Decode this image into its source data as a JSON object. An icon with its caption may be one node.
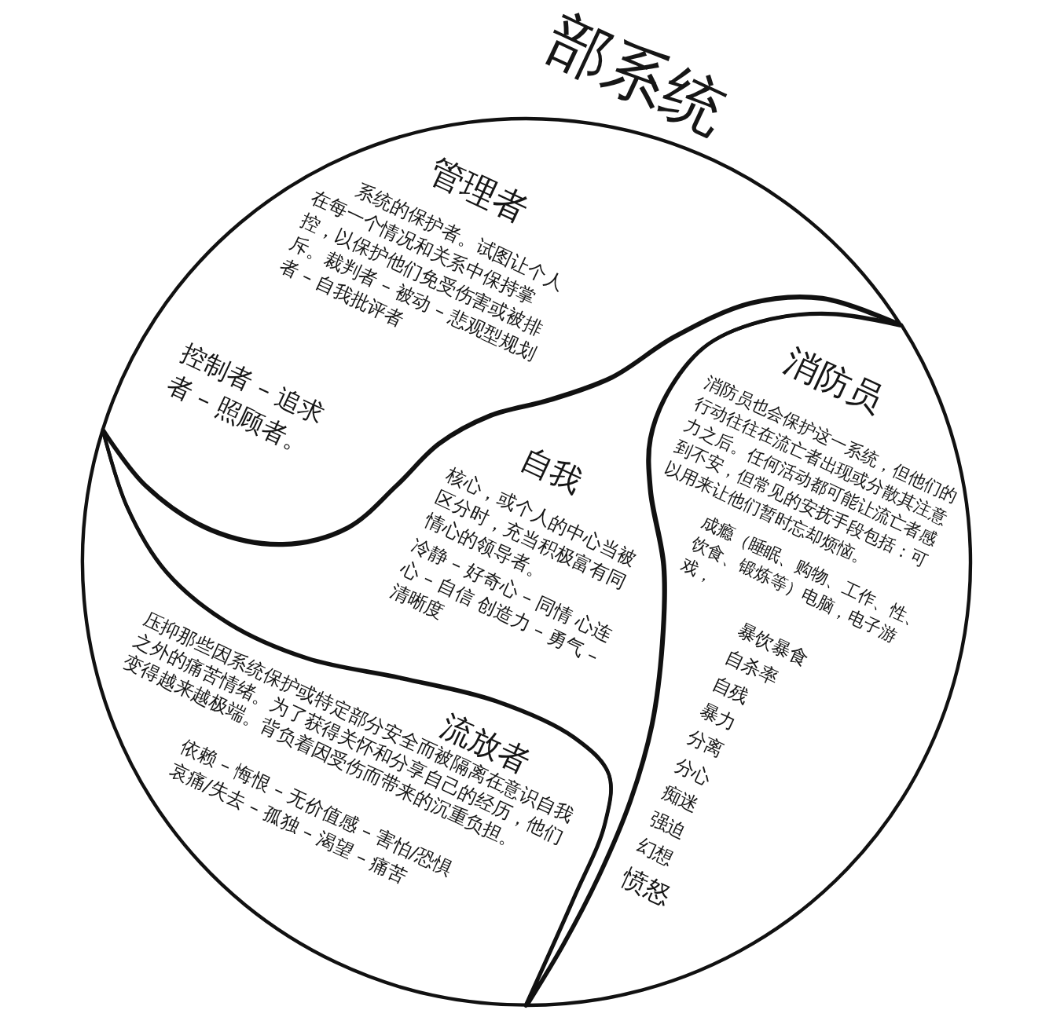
{
  "diagram": {
    "title": "部系统",
    "nodes": [
      {
        "text": [
          "管理者",
          "系统的保护者。试图让个人在每一个情况和关系中保持掌控，以保护他们免受伤害或被排斥。裁判者 – 被动 – 悲观型规划者 – 自我批评者",
          "控制者 – 追求者 – 照顾者。"
        ]
      },
      {
        "text": [
          "消防员",
          "消防员也会保护这一系统，但他们的行动往往在流亡者出现或分散其注意力之后。任何活动都可能让流亡者感到不安，但常见的安抚手段包括：可以用来让他们暂时忘却烦恼。",
          "成瘾（睡眠、购物、工作、性、饮食、锻炼等）电脑，电子游戏，",
          "暴饮暴食",
          "自杀率",
          "自残",
          "暴力",
          "分离",
          "分心",
          "痴迷",
          "强迫",
          "幻想",
          "愤怒"
        ]
      },
      {
        "text": [
          "自我",
          "核心，或个人的中心当被区分时，充当积极富有同情心的领导者。",
          "冷静 – 好奇心 – 同情 心连心 – 自信 创造力 – 勇气 – 清晰度"
        ]
      },
      {
        "text": [
          "流放者",
          "压抑那些因系统保护或特定部分安全而被隔离在意识自我之外的痛苦情绪。为了获得关怀和分享自己的经历，他们变得越来越极端。背负着因受伤而带来的沉重负担。",
          "依赖 – 悔恨 – 无价值感 – 害怕/恐惧",
          "哀痛/失去 – 孤独 – 渴望 – 痛苦"
        ]
      }
    ]
  }
}
